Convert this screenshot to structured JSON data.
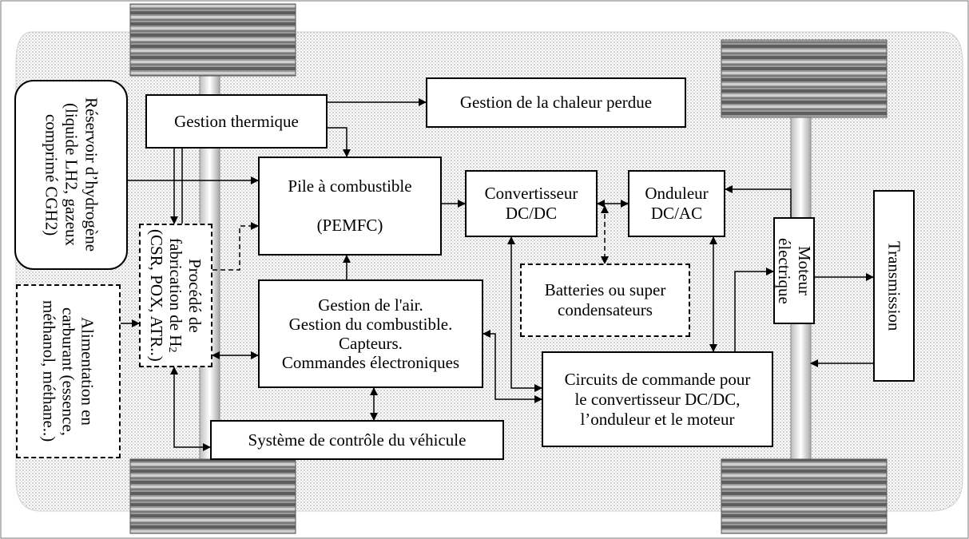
{
  "boxes": {
    "thermal": "Gestion thermique",
    "waste_heat": "Gestion de la chaleur perdue",
    "tank": "Réservoir d’hydrogène (liquide LH2, gazeux comprimé CGH2)",
    "fuel_cell_line1": "Pile à combustible",
    "fuel_cell_line2": "(PEMFC)",
    "dcdc": "Convertisseur\nDC/DC",
    "inverter": "Onduleur\nDC/AC",
    "motor": "Moteur électrique",
    "transmission": "Transmission",
    "batteries": "Batteries ou super\ncondensateurs",
    "air_mgmt": "Gestion de l'air.\nGestion du combustible.\nCapteurs.\nCommandes électroniques",
    "h2_process_prefix": "Procédé de\nfabrication de H",
    "h2_process_sub": "2",
    "h2_process_suffix": "(CSR, POX, ATR..)",
    "fuel_supply": "Alimentation en carburant (essence, méthanol, méthane..)",
    "control_circuits": "Circuits de commande pour\nle convertisseur DC/DC,\nl’onduleur et le moteur",
    "vehicle_control": "Système de contrôle du véhicule"
  }
}
